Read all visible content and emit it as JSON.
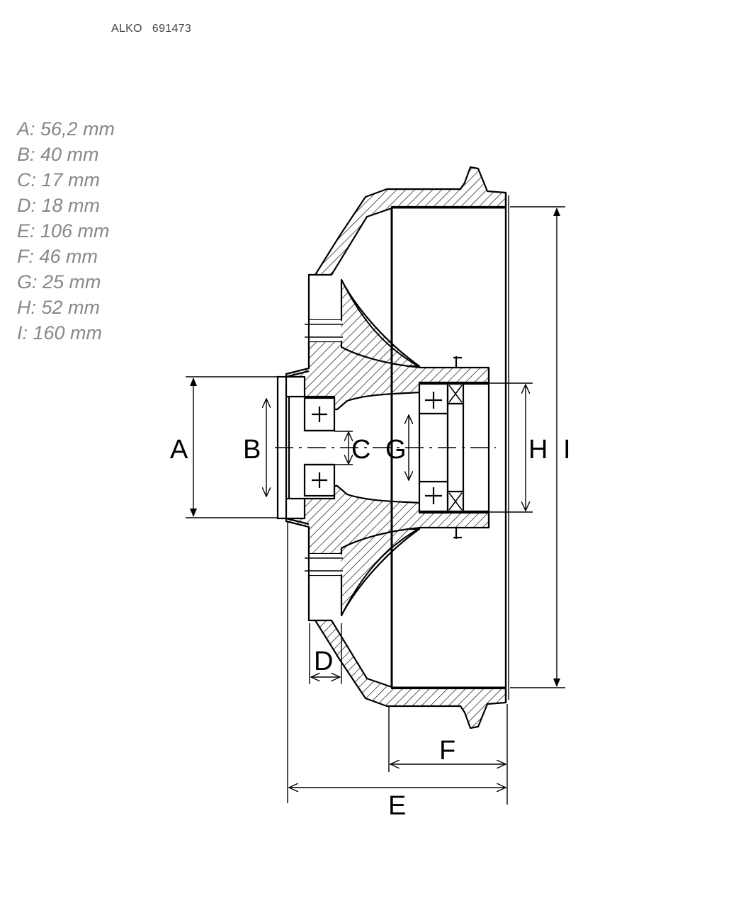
{
  "header": {
    "brand": "ALKO",
    "model": "691473"
  },
  "dimensions": [
    {
      "key": "A",
      "text": "A: 56,2 mm"
    },
    {
      "key": "B",
      "text": "B: 40 mm"
    },
    {
      "key": "C",
      "text": "C: 17 mm"
    },
    {
      "key": "D",
      "text": "D: 18 mm"
    },
    {
      "key": "E",
      "text": "E: 106 mm"
    },
    {
      "key": "F",
      "text": "F: 46 mm"
    },
    {
      "key": "G",
      "text": "G: 25 mm"
    },
    {
      "key": "H",
      "text": "H: 52 mm"
    },
    {
      "key": "I",
      "text": "I: 160 mm"
    }
  ],
  "labels": {
    "A": "A",
    "B": "B",
    "C": "C",
    "D": "D",
    "E": "E",
    "F": "F",
    "G": "G",
    "H": "H",
    "I": "I"
  },
  "colors": {
    "line": "#000000",
    "dim_text": "#888888",
    "header_text": "#444444"
  }
}
